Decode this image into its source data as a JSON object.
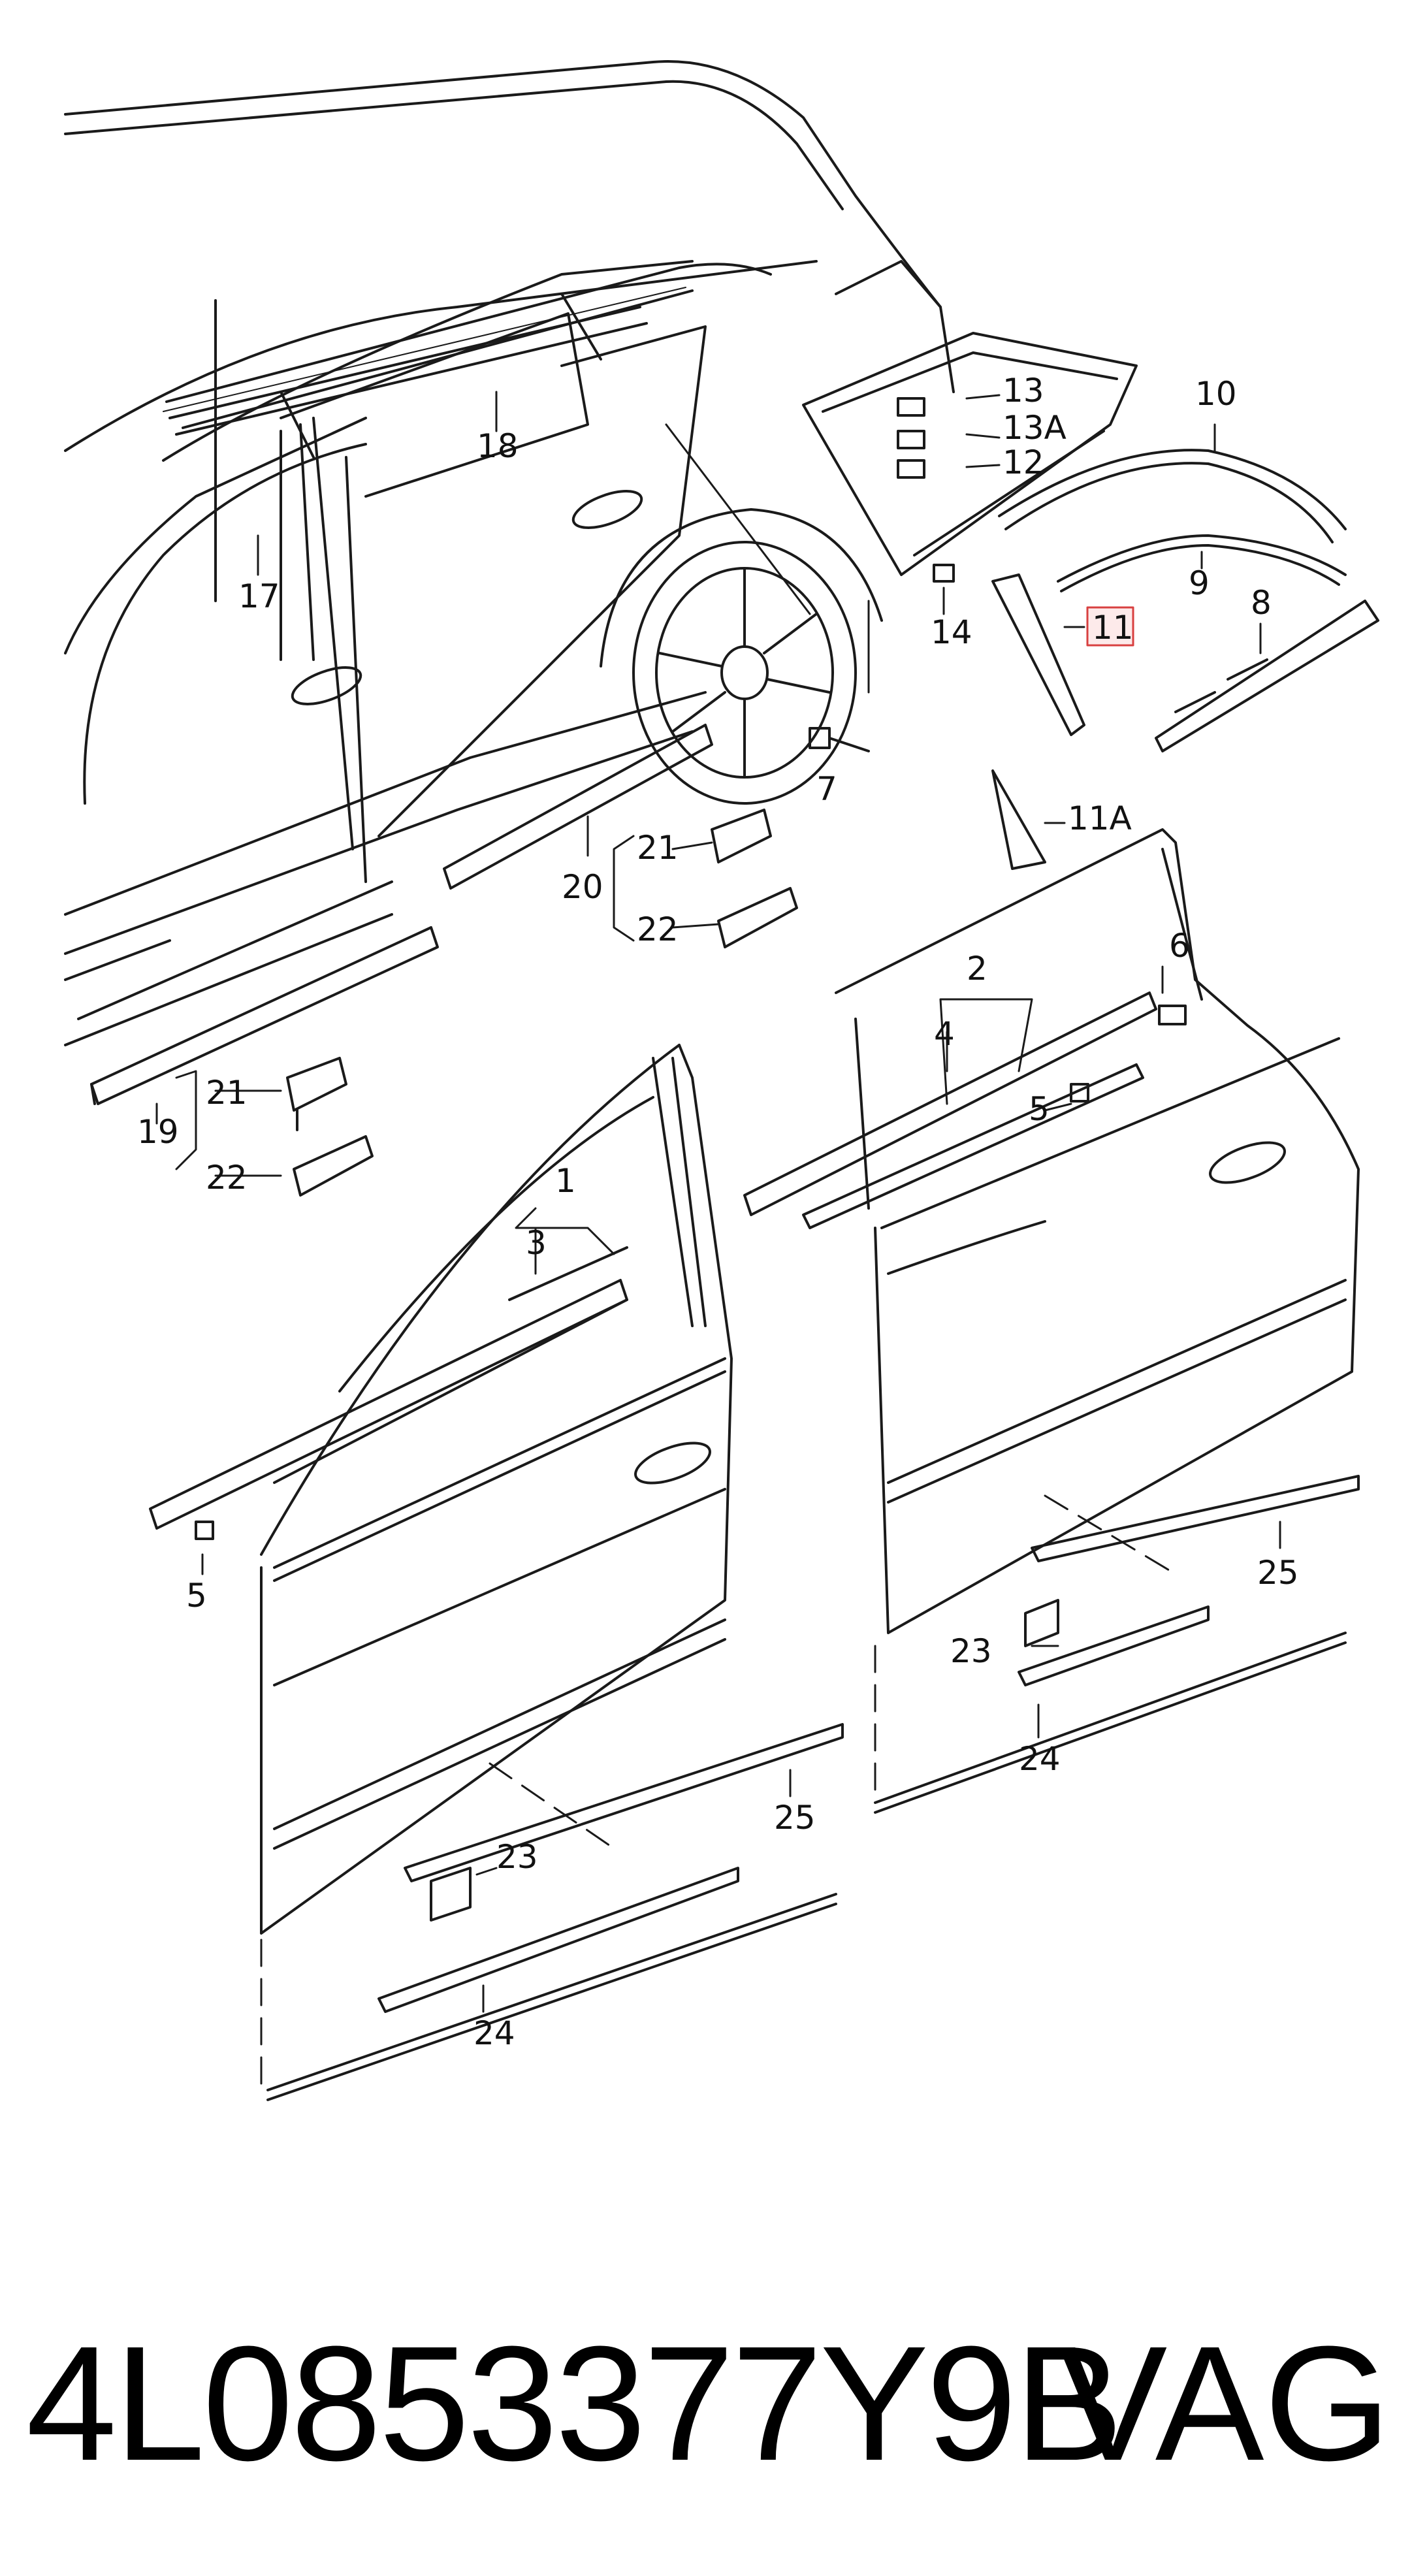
{
  "diagram": {
    "labels": {
      "l1": "1",
      "l2": "2",
      "l3": "3",
      "l4": "4",
      "l5a": "5",
      "l5b": "5",
      "l6": "6",
      "l7": "7",
      "l8": "8",
      "l9": "9",
      "l10": "10",
      "l11": "11",
      "l11a": "11A",
      "l12": "12",
      "l13": "13",
      "l13a": "13A",
      "l14": "14",
      "l17": "17",
      "l18": "18",
      "l19": "19",
      "l20": "20",
      "l21a": "21",
      "l21b": "21",
      "l22a": "22",
      "l22b": "22",
      "l23a": "23",
      "l23b": "23",
      "l24a": "24",
      "l24b": "24",
      "l25a": "25",
      "l25b": "25"
    },
    "highlight_color": "#d84040"
  },
  "footer": {
    "part_number": "4L0853377Y9B",
    "brand": "VAG"
  }
}
